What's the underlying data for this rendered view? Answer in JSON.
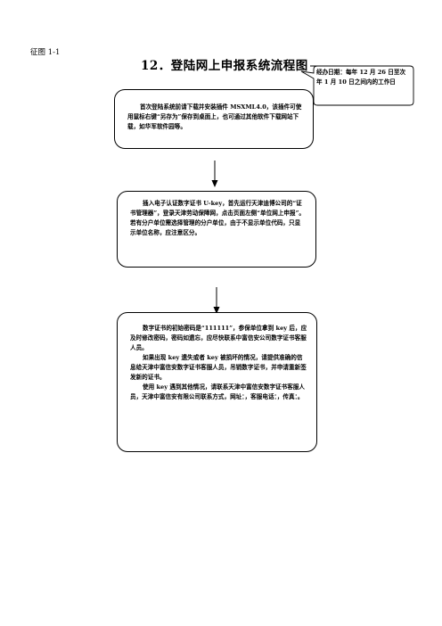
{
  "figure_tag": "征图 1-1",
  "title": "12．登陆网上申报系统流程图",
  "callout": "经办日期：每年 12 月 26 日至次年 1 月 10 日之间内的工作日",
  "steps": [
    {
      "paragraphs": [
        "首次登陆系统前请下载并安装插件 MSXML4.0，该插件可使用鼠标右键“另存为”保存到桌面上，也可通过其他软件下载网站下载，如华军软件园等。"
      ]
    },
    {
      "paragraphs": [
        "插入电子认证数字证书 U-key，首先运行天津迪博公司的“证书管理器”，登录天津劳动保障网，点击页面左侧“单位网上申报”。若有分户单位需选择管理的分户单位，由于不显示单位代码，只显示单位名称，应注意区分。"
      ]
    },
    {
      "paragraphs": [
        "数字证书的初始密码是“111111”，参保单位拿到 key 后，应及时修改密码，密码如遗忘，应尽快联系中富信安公司数字证书客服人员。",
        "如果出现 key 遗失或者 key 被损坏的情况，请提供准确的信息给天津中富信安数字证书客服人员，吊销数字证书，并申请重新签发新的证书。",
        "使用 key 遇到其他情况，请联系天津中富信安数字证书客服人员，天津中富信安有限公司联系方式，网址：，客服电话：，传真：。"
      ]
    }
  ]
}
